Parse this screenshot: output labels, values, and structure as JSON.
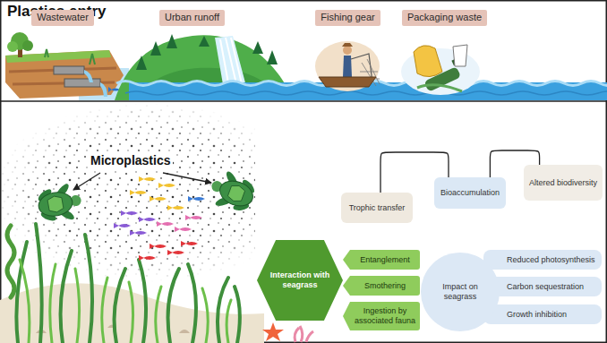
{
  "diagram": {
    "title": "Plastics entry",
    "nodes": [
      {
        "text": [
          "Wastewater"
        ]
      },
      {
        "text": [
          "Urban runoff"
        ]
      },
      {
        "text": [
          "Fishing gear"
        ]
      },
      {
        "text": [
          "Packaging waste"
        ]
      },
      {
        "text": [
          "Trophic transfer"
        ]
      },
      {
        "text": [
          "Bioaccumulation"
        ]
      },
      {
        "text": [
          "Altered biodiversity"
        ]
      },
      {
        "text": [
          "Interaction with seagrass"
        ]
      },
      {
        "text": [
          "Entanglement"
        ]
      },
      {
        "text": [
          "Smothering"
        ]
      },
      {
        "text": [
          "Ingestion by associated fauna"
        ]
      },
      {
        "text": [
          "Impact on seagrass"
        ]
      },
      {
        "text": [
          "Reduced photosynthesis"
        ]
      },
      {
        "text": [
          "Carbon sequestration"
        ]
      },
      {
        "text": [
          "Growth inhibition"
        ]
      }
    ],
    "edges": [
      {
        "from": 4,
        "to": 5,
        "arrow": "none"
      },
      {
        "from": 5,
        "to": 6,
        "arrow": "none"
      }
    ],
    "labels": [
      "Microplastics"
    ]
  }
}
